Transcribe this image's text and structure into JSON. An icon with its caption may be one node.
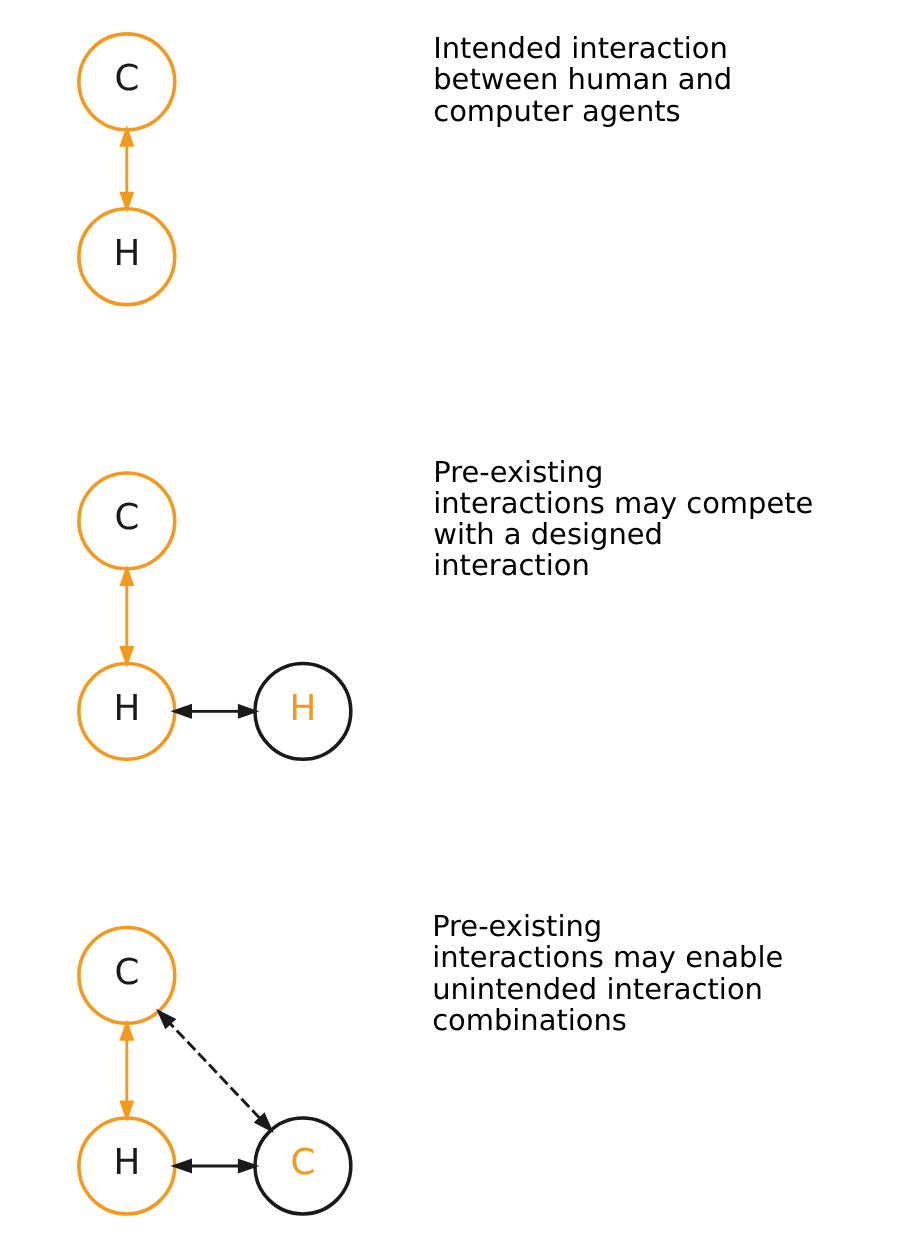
{
  "diagram": {
    "nodes": [
      {
        "text": [
          "C"
        ]
      },
      {
        "text": [
          "H"
        ]
      },
      {
        "text": [
          "C"
        ]
      },
      {
        "text": [
          "H"
        ]
      },
      {
        "text": [
          "H"
        ]
      },
      {
        "text": [
          "C"
        ]
      },
      {
        "text": [
          "H"
        ]
      },
      {
        "text": [
          "C"
        ]
      }
    ],
    "edges": [
      {
        "from": 0,
        "to": 1,
        "arrow": "both",
        "color": "#f39a1e"
      },
      {
        "from": 2,
        "to": 3,
        "arrow": "both",
        "color": "#f39a1e"
      },
      {
        "from": 3,
        "to": 4,
        "arrow": "both",
        "color": "#1a1a1a"
      },
      {
        "from": 5,
        "to": 6,
        "arrow": "both",
        "color": "#f39a1e"
      },
      {
        "from": 6,
        "to": 7,
        "arrow": "both",
        "color": "#1a1a1a"
      },
      {
        "from": 7,
        "to": 5,
        "arrow": "both",
        "style": "dashed",
        "color": "#1a1a1a"
      }
    ],
    "labels": [
      "Intended interaction between human and computer agents",
      "Pre-existing interactions may compete with a designed interaction",
      "Pre-existing interactions may enable unintended interaction combinations"
    ]
  }
}
